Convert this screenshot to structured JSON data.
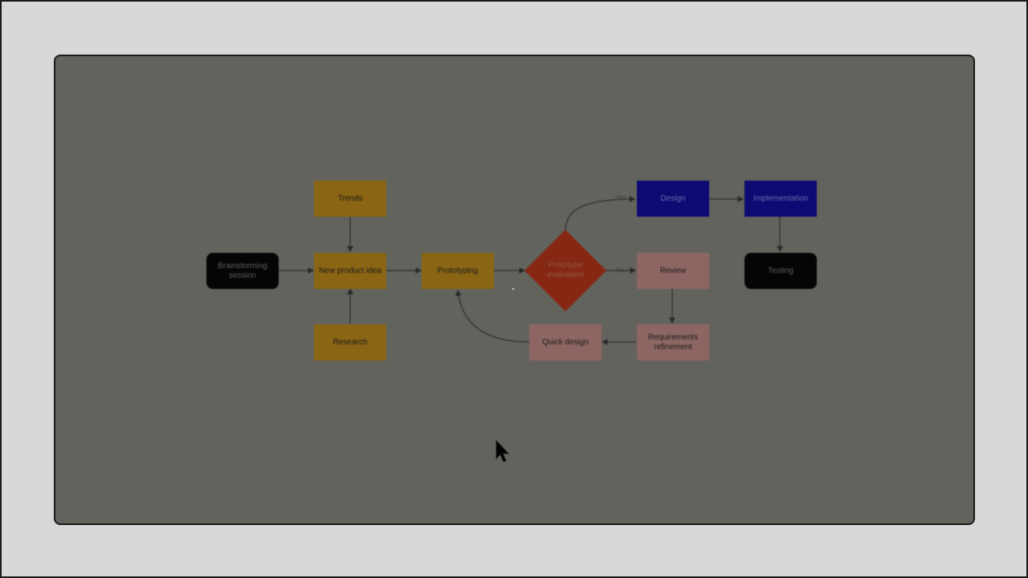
{
  "diagram": {
    "nodes": {
      "trends": "Trends",
      "brainstorming": "Brainstorming\nsession",
      "new_product_idea": "New product idea",
      "research": "Research",
      "prototyping": "Prototyping",
      "prototype_evaluation": "Prototype\nevaluation",
      "design": "Design",
      "implementation": "Implementation",
      "review": "Review",
      "testing": "Testing",
      "requirements_refinement": "Requirements\nrefinement",
      "quick_design": "Quick design"
    },
    "edge_labels": {
      "yes": "Yes",
      "no": "No"
    },
    "colors": {
      "overlay": "#63635e",
      "orange": "#8a6514",
      "pink": "#8d6663",
      "blue": "#0d0b73",
      "red": "#862714",
      "black": "#050505",
      "page": "#d8d8d8"
    },
    "icons": [
      "mouse-pointer-icon"
    ]
  }
}
